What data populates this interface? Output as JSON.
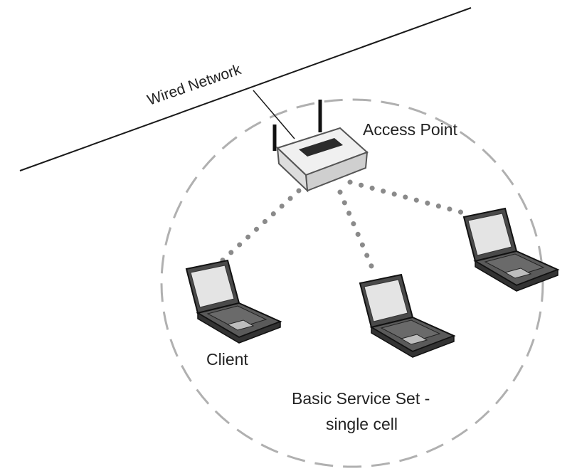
{
  "labels": {
    "wired_network": "Wired Network",
    "access_point": "Access Point",
    "client": "Client",
    "bss_line1": "Basic Service Set -",
    "bss_line2": "single cell"
  },
  "colors": {
    "line": "#1a1a1a",
    "dash_circle": "#b0b0b0",
    "dots": "#8a8a8a",
    "device_body": "#e6e6e6",
    "laptop_body": "#4a4a4a",
    "laptop_screen": "#e4e4e4"
  },
  "icons": [
    "access-point-icon",
    "laptop-icon"
  ]
}
